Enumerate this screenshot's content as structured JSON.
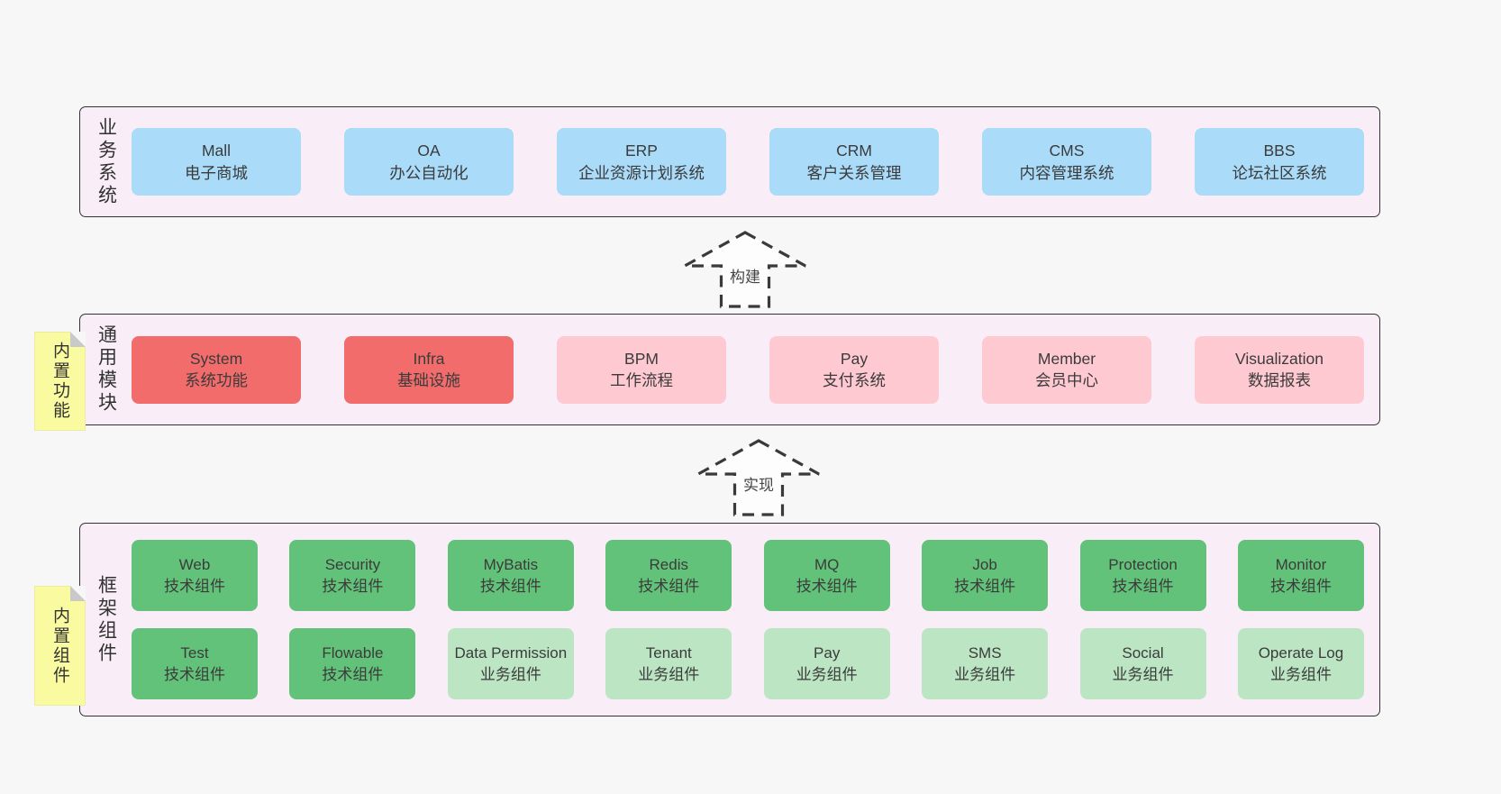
{
  "colors": {
    "page-bg": "#f7f7f7",
    "band-bg": "#f9eef7",
    "band-border": "#333333",
    "blue": "#aadcfa",
    "red": "#f26c6c",
    "pink": "#ffc9d2",
    "green": "#63c279",
    "light-green": "#bce5c4",
    "yellow": "#fafaa0",
    "fold-gray": "#c9c9c9"
  },
  "bands": [
    {
      "label": "业务系统",
      "rows": [
        [
          {
            "name": "Mall",
            "subtitle": "电子商城",
            "accent": "blue"
          },
          {
            "name": "OA",
            "subtitle": "办公自动化",
            "accent": "blue"
          },
          {
            "name": "ERP",
            "subtitle": "企业资源计划系统",
            "accent": "blue"
          },
          {
            "name": "CRM",
            "subtitle": "客户关系管理",
            "accent": "blue"
          },
          {
            "name": "CMS",
            "subtitle": "内容管理系统",
            "accent": "blue"
          },
          {
            "name": "BBS",
            "subtitle": "论坛社区系统",
            "accent": "blue"
          }
        ]
      ]
    },
    {
      "label": "通用模块",
      "note": "内置功能",
      "rows": [
        [
          {
            "name": "System",
            "subtitle": "系统功能",
            "accent": "red"
          },
          {
            "name": "Infra",
            "subtitle": "基础设施",
            "accent": "red"
          },
          {
            "name": "BPM",
            "subtitle": "工作流程",
            "accent": "pink"
          },
          {
            "name": "Pay",
            "subtitle": "支付系统",
            "accent": "pink"
          },
          {
            "name": "Member",
            "subtitle": "会员中心",
            "accent": "pink"
          },
          {
            "name": "Visualization",
            "subtitle": "数据报表",
            "accent": "pink"
          }
        ]
      ]
    },
    {
      "label": "框架组件",
      "note": "内置组件",
      "rows": [
        [
          {
            "name": "Web",
            "subtitle": "技术组件",
            "accent": "green"
          },
          {
            "name": "Security",
            "subtitle": "技术组件",
            "accent": "green"
          },
          {
            "name": "MyBatis",
            "subtitle": "技术组件",
            "accent": "green"
          },
          {
            "name": "Redis",
            "subtitle": "技术组件",
            "accent": "green"
          },
          {
            "name": "MQ",
            "subtitle": "技术组件",
            "accent": "green"
          },
          {
            "name": "Job",
            "subtitle": "技术组件",
            "accent": "green"
          },
          {
            "name": "Protection",
            "subtitle": "技术组件",
            "accent": "green"
          },
          {
            "name": "Monitor",
            "subtitle": "技术组件",
            "accent": "green"
          }
        ],
        [
          {
            "name": "Test",
            "subtitle": "技术组件",
            "accent": "green"
          },
          {
            "name": "Flowable",
            "subtitle": "技术组件",
            "accent": "green"
          },
          {
            "name": "Data Permission",
            "subtitle": "业务组件",
            "accent": "light-green"
          },
          {
            "name": "Tenant",
            "subtitle": "业务组件",
            "accent": "light-green"
          },
          {
            "name": "Pay",
            "subtitle": "业务组件",
            "accent": "light-green"
          },
          {
            "name": "SMS",
            "subtitle": "业务组件",
            "accent": "light-green"
          },
          {
            "name": "Social",
            "subtitle": "业务组件",
            "accent": "light-green"
          },
          {
            "name": "Operate Log",
            "subtitle": "业务组件",
            "accent": "light-green"
          }
        ]
      ]
    }
  ],
  "arrows": [
    {
      "label": "构建"
    },
    {
      "label": "实现"
    }
  ]
}
